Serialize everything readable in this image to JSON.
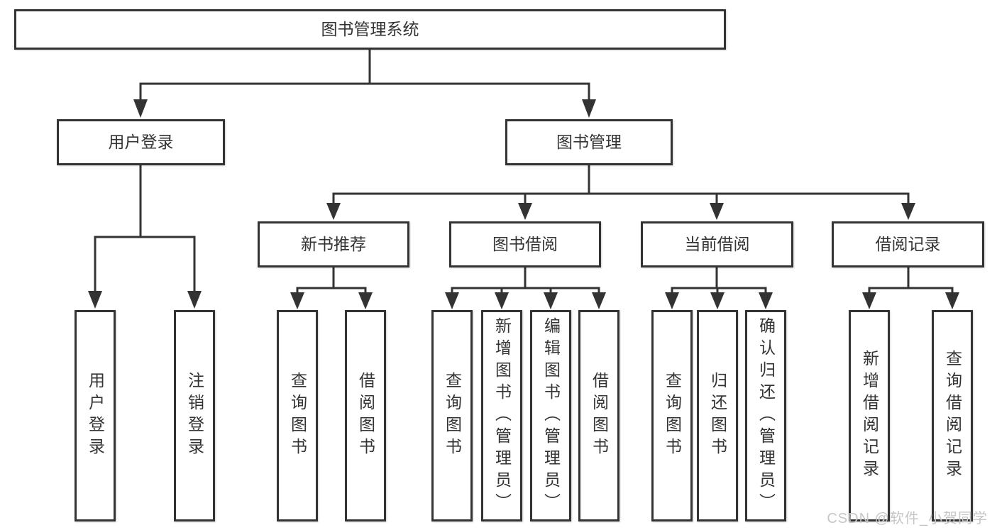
{
  "diagram": {
    "nodes": {
      "root": "图书管理系统",
      "user_login": "用户登录",
      "book_mgmt": "图书管理",
      "new_book_rec": "新书推荐",
      "book_borrow": "图书借阅",
      "current_borrow": "当前借阅",
      "borrow_records": "借阅记录",
      "user_login_leaf": "用户登录",
      "logout_leaf": "注销登录",
      "nbr_query_books": "查询图书",
      "nbr_borrow_books": "借阅图书",
      "bb_query_books": "查询图书",
      "bb_add_books": "新增图书（管理员）",
      "bb_edit_books": "编辑图书（管理员）",
      "bb_borrow_books": "借阅图书",
      "cb_query_books": "查询图书",
      "cb_return_books": "归还图书",
      "cb_confirm_return": "确认归还（管理员）",
      "br_add_record": "新增借阅记录",
      "br_query_record": "查询借阅记录"
    },
    "hierarchy": {
      "图书管理系统": {
        "用户登录": [
          "用户登录",
          "注销登录"
        ],
        "图书管理": {
          "新书推荐": [
            "查询图书",
            "借阅图书"
          ],
          "图书借阅": [
            "查询图书",
            "新增图书（管理员）",
            "编辑图书（管理员）",
            "借阅图书"
          ],
          "当前借阅": [
            "查询图书",
            "归还图书",
            "确认归还（管理员）"
          ],
          "借阅记录": [
            "新增借阅记录",
            "查询借阅记录"
          ]
        }
      }
    }
  },
  "watermark": "CSDN @软件_小贺同学",
  "colors": {
    "line": "#333333",
    "text": "#333333",
    "background": "#ffffff",
    "watermark": "#c6c6c6"
  }
}
